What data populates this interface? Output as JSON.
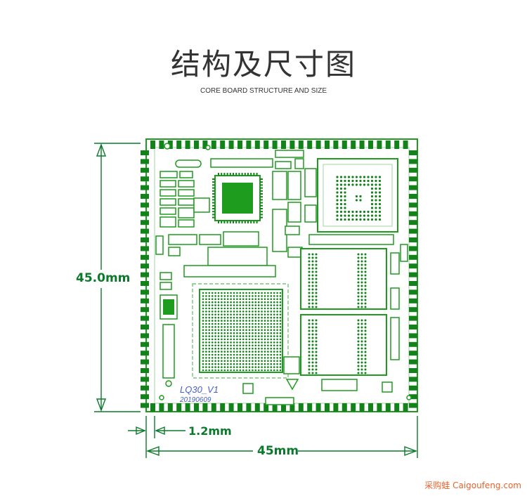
{
  "page": {
    "title": "结构及尺寸图",
    "subtitle": "CORE BOARD STRUCTURE AND SIZE"
  },
  "board": {
    "silkscreen_name": "LQ30_V1",
    "silkscreen_date": "20190609",
    "pcb_color": "#1e9c1e",
    "pad_color": "#14821a",
    "silk_color": "#d9efd9",
    "label_color": "#4a5ec8"
  },
  "dimensions": {
    "height_label": "45.0mm",
    "width_label": "45mm",
    "pitch_label": "1.2mm",
    "color": "#0a7a2a"
  },
  "watermark": {
    "text": "采购蛙 Caigoufeng.com",
    "color": "#e8622c"
  }
}
